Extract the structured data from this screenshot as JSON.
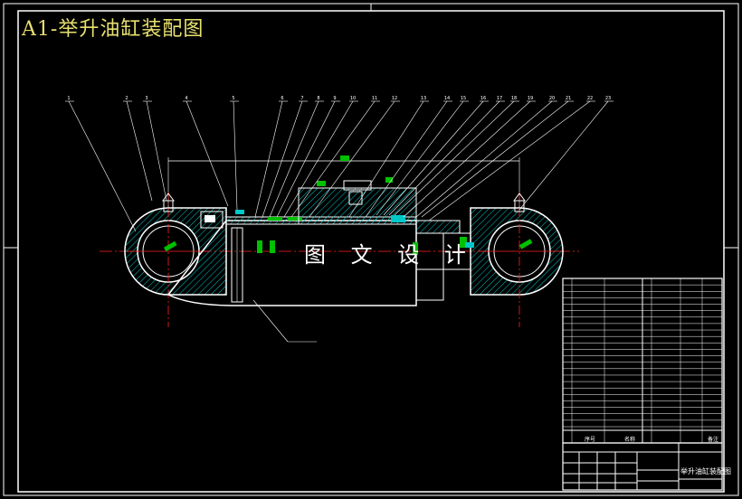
{
  "title": "A1-举升油缸装配图",
  "watermark": "图 文 设 计",
  "title_block": {
    "drawing_name": "举升油缸装配图",
    "headers": [
      "序号",
      "名称",
      "备注"
    ]
  },
  "colors": {
    "background": "#000000",
    "frame": "#ffffff",
    "title": "#e8e070",
    "centerline": "#ff2020",
    "hatch": "#00c8c8",
    "parts": "#00c000",
    "accent": "#2050ff"
  },
  "balloons": [
    "1",
    "2",
    "3",
    "4",
    "5",
    "6",
    "7",
    "8",
    "9",
    "10",
    "11",
    "12",
    "13",
    "14",
    "15",
    "16",
    "17",
    "18",
    "19",
    "20",
    "21",
    "22",
    "23"
  ]
}
